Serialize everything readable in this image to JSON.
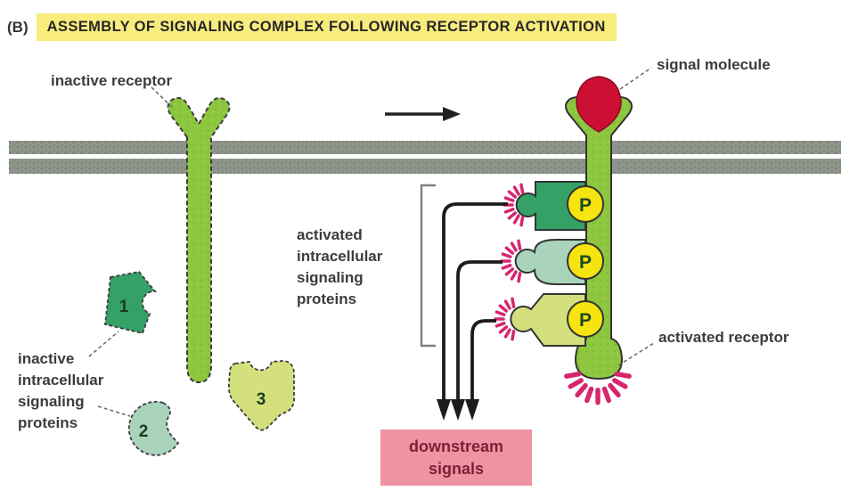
{
  "panel": {
    "label": "(B)",
    "title": "ASSEMBLY OF SIGNALING COMPLEX FOLLOWING RECEPTOR ACTIVATION"
  },
  "labels": {
    "inactive_receptor": "inactive receptor",
    "signal_molecule": "signal molecule",
    "activated_receptor": "activated receptor",
    "activated_proteins_lines": [
      "activated",
      "intracellular",
      "signaling",
      "proteins"
    ],
    "inactive_proteins_lines": [
      "inactive",
      "intracellular",
      "signaling",
      "proteins"
    ],
    "downstream_lines": [
      "downstream",
      "signals"
    ]
  },
  "proteins": [
    {
      "number": "1",
      "color": "#35a167"
    },
    {
      "number": "2",
      "color": "#a9d4bb"
    },
    {
      "number": "3",
      "color": "#d4e07e"
    }
  ],
  "phosphate": {
    "label": "P",
    "color": "#f6e410"
  },
  "colors": {
    "highlight_yellow": "#f8ec7d",
    "membrane_gray": "#8e968c",
    "receptor_green": "#8dc63f",
    "signal_red": "#cc1034",
    "activation_pink": "#d6266e",
    "downstream_box_pink": "#ef93a2",
    "downstream_text_maroon": "#7c1f38"
  }
}
